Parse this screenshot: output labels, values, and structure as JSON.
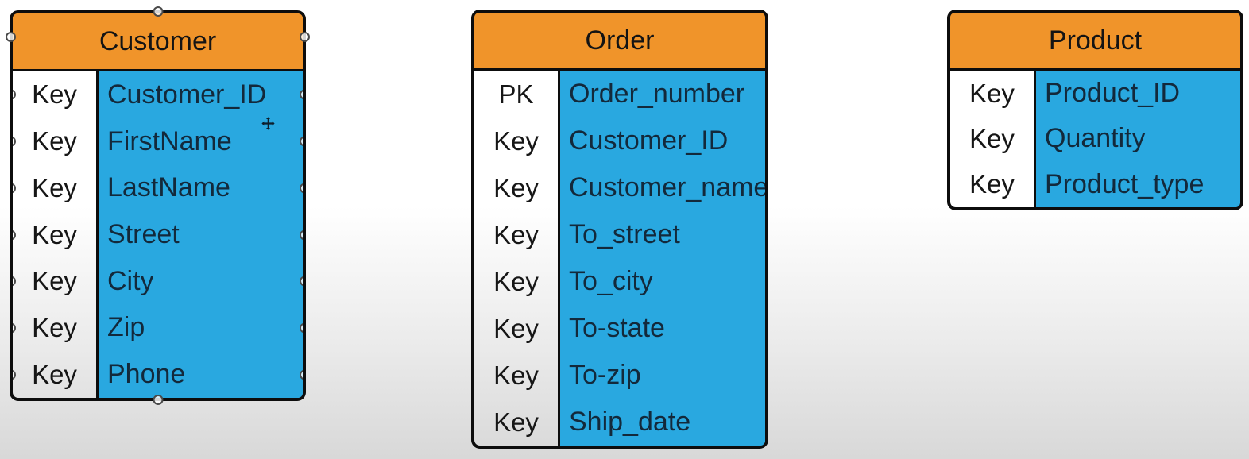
{
  "canvas": {
    "background_top": "#ffffff",
    "background_bottom": "#d8d8d8"
  },
  "colors": {
    "header_fill": "#F0942A",
    "field_fill": "#29A8E0",
    "outline": "#0d0d0d",
    "header_text": "#141414",
    "key_text": "#161616",
    "field_text": "#13293B",
    "cp_border": "#4a4a4a"
  },
  "icons": {
    "move_cursor": "move-cursor-icon",
    "connection_point": "connection-point"
  },
  "entities": [
    {
      "title": "Customer",
      "rows": [
        {
          "key": "Key",
          "field": "Customer_ID"
        },
        {
          "key": "Key",
          "field": "FirstName"
        },
        {
          "key": "Key",
          "field": "LastName"
        },
        {
          "key": "Key",
          "field": "Street"
        },
        {
          "key": "Key",
          "field": "City"
        },
        {
          "key": "Key",
          "field": "Zip"
        },
        {
          "key": "Key",
          "field": "Phone"
        }
      ]
    },
    {
      "title": "Order",
      "rows": [
        {
          "key": "PK",
          "field": "Order_number"
        },
        {
          "key": "Key",
          "field": "Customer_ID"
        },
        {
          "key": "Key",
          "field": "Customer_name"
        },
        {
          "key": "Key",
          "field": "To_street"
        },
        {
          "key": "Key",
          "field": "To_city"
        },
        {
          "key": "Key",
          "field": "To-state"
        },
        {
          "key": "Key",
          "field": "To-zip"
        },
        {
          "key": "Key",
          "field": "Ship_date"
        }
      ]
    },
    {
      "title": "Product",
      "rows": [
        {
          "key": "Key",
          "field": "Product_ID"
        },
        {
          "key": "Key",
          "field": "Quantity"
        },
        {
          "key": "Key",
          "field": "Product_type"
        }
      ]
    }
  ]
}
